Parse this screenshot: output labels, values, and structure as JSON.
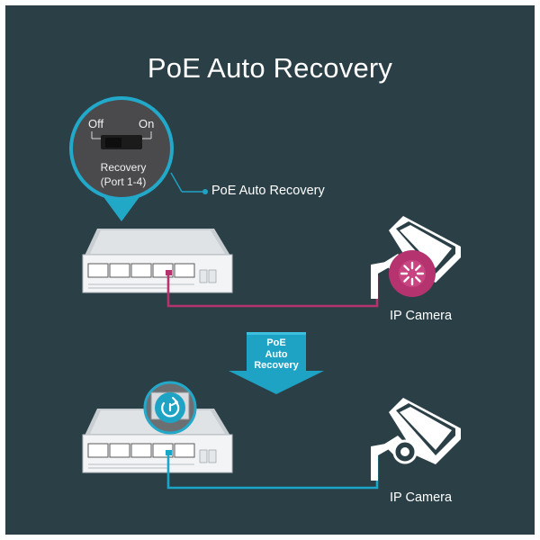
{
  "title": "PoE Auto Recovery",
  "switch_closeup": {
    "off_label": "Off",
    "on_label": "On",
    "recovery_line1": "Recovery",
    "recovery_line2": "(Port 1-4)"
  },
  "callout_label": "PoE Auto Recovery",
  "arrow_label_line1": "PoE",
  "arrow_label_line2": "Auto",
  "arrow_label_line3": "Recovery",
  "camera_top_label": "IP Camera",
  "camera_bottom_label": "IP Camera",
  "colors": {
    "background": "#2b3f47",
    "failed_link": "#b5336e",
    "recovered_link": "#1aa6c8",
    "arrow": "#1fa3c4"
  },
  "icons": [
    "camera-icon",
    "power-recovery-icon",
    "loading-spinner-icon"
  ]
}
